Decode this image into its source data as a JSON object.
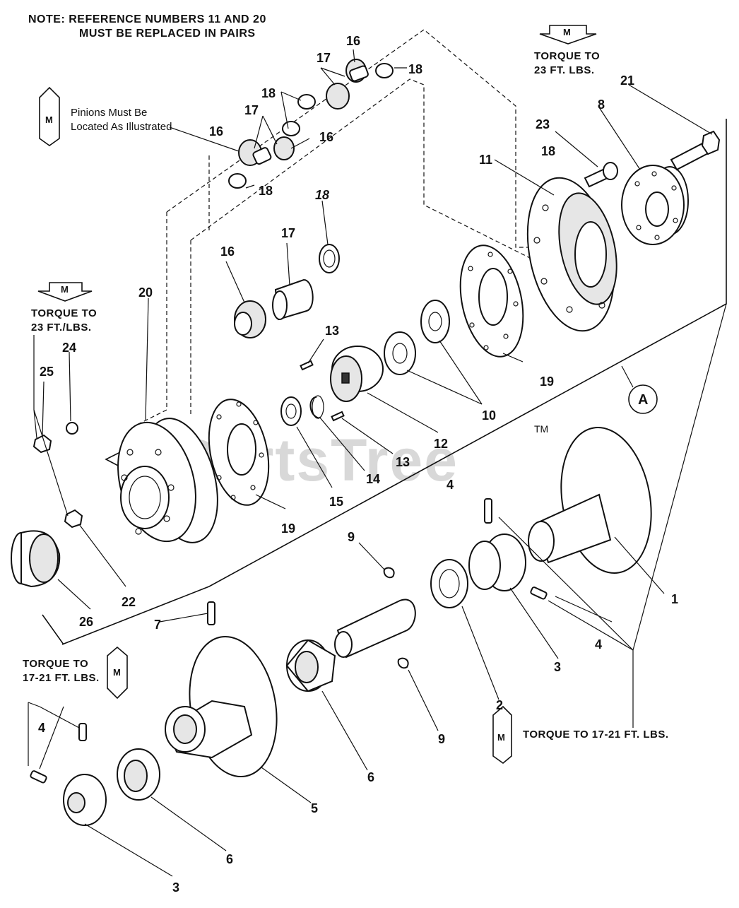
{
  "note": {
    "line1": "NOTE:  REFERENCE NUMBERS 11 AND 20",
    "line2": "MUST BE REPLACED IN PAIRS"
  },
  "watermark": {
    "text": "PartsTree",
    "tm": "TM"
  },
  "callout_a": {
    "text": "A"
  },
  "m_symbol": "M",
  "instructions": {
    "pinions_line1": "Pinions Must Be",
    "pinions_line2": "Located As Illustrated",
    "torque_top_right_1": "TORQUE TO",
    "torque_top_right_2": "23 FT. LBS.",
    "torque_left_1": "TORQUE TO",
    "torque_left_2": "23 FT./LBS.",
    "torque_bottom_left_1": "TORQUE TO",
    "torque_bottom_left_2": "17-21 FT. LBS.",
    "torque_bottom_right": "TORQUE TO 17-21 FT. LBS."
  },
  "labels": [
    "1",
    "2",
    "3",
    "3",
    "4",
    "4",
    "4",
    "5",
    "6",
    "6",
    "7",
    "8",
    "9",
    "9",
    "10",
    "11",
    "12",
    "13",
    "13",
    "14",
    "15",
    "16",
    "16",
    "16",
    "16",
    "17",
    "17",
    "17",
    "18",
    "18",
    "18",
    "18",
    "18",
    "19",
    "19",
    "20",
    "21",
    "22",
    "23",
    "24",
    "25",
    "26"
  ]
}
